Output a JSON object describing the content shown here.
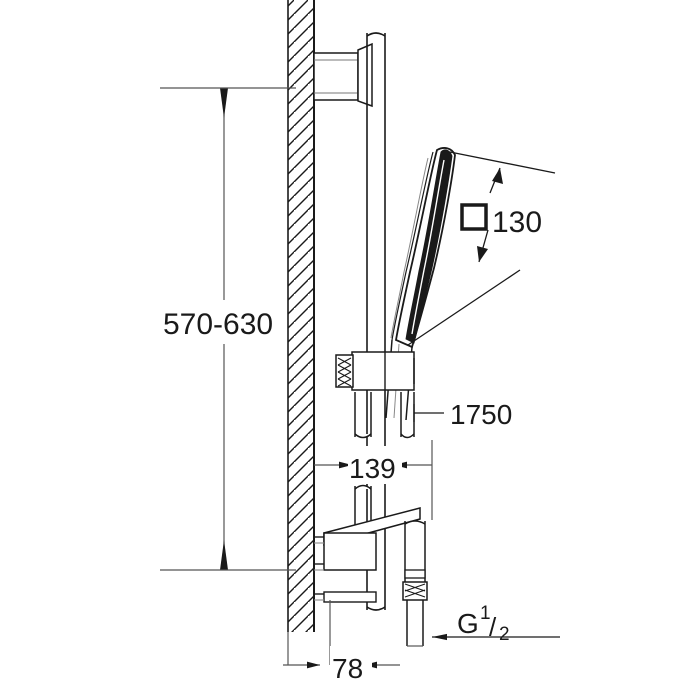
{
  "drawing": {
    "type": "technical-dimension-drawing",
    "subject": "wall-mounted shower rail set with hand shower and hose",
    "background_color": "#ffffff",
    "line_color": "#1a1a1a",
    "thin_line_color": "#555555"
  },
  "dimensions": {
    "rail_height": {
      "label": "570-630",
      "unit_implied": "mm",
      "orientation": "vertical",
      "position": "left"
    },
    "shower_head": {
      "label": "130",
      "symbol": "square",
      "symbol_glyph": "□",
      "unit_implied": "mm",
      "orientation": "vertical",
      "position": "right-of-head"
    },
    "hose_length": {
      "label": "1750",
      "unit_implied": "mm",
      "orientation": "leader",
      "position": "right-of-hose"
    },
    "projection_upper": {
      "label": "139",
      "unit_implied": "mm",
      "orientation": "horizontal",
      "position": "mid-left"
    },
    "thread": {
      "label": "G",
      "fraction_numerator": "1",
      "fraction_denominator": "2",
      "full_label": "G 1/2",
      "orientation": "leader",
      "position": "bottom-right"
    },
    "projection_lower": {
      "label": "78",
      "unit_implied": "mm",
      "orientation": "horizontal",
      "position": "bottom"
    }
  },
  "components": {
    "wall": {
      "name": "wall-section",
      "hatch_angle_deg": 45
    },
    "rail": {
      "name": "vertical-shower-rail"
    },
    "bracket_top": {
      "name": "upper-wall-bracket"
    },
    "bracket_bottom": {
      "name": "lower-wall-bracket"
    },
    "holder": {
      "name": "sliding-hand-shower-holder"
    },
    "head": {
      "name": "hand-shower-head"
    },
    "hose": {
      "name": "shower-hose"
    },
    "connector": {
      "name": "knurled-hose-connector"
    }
  }
}
